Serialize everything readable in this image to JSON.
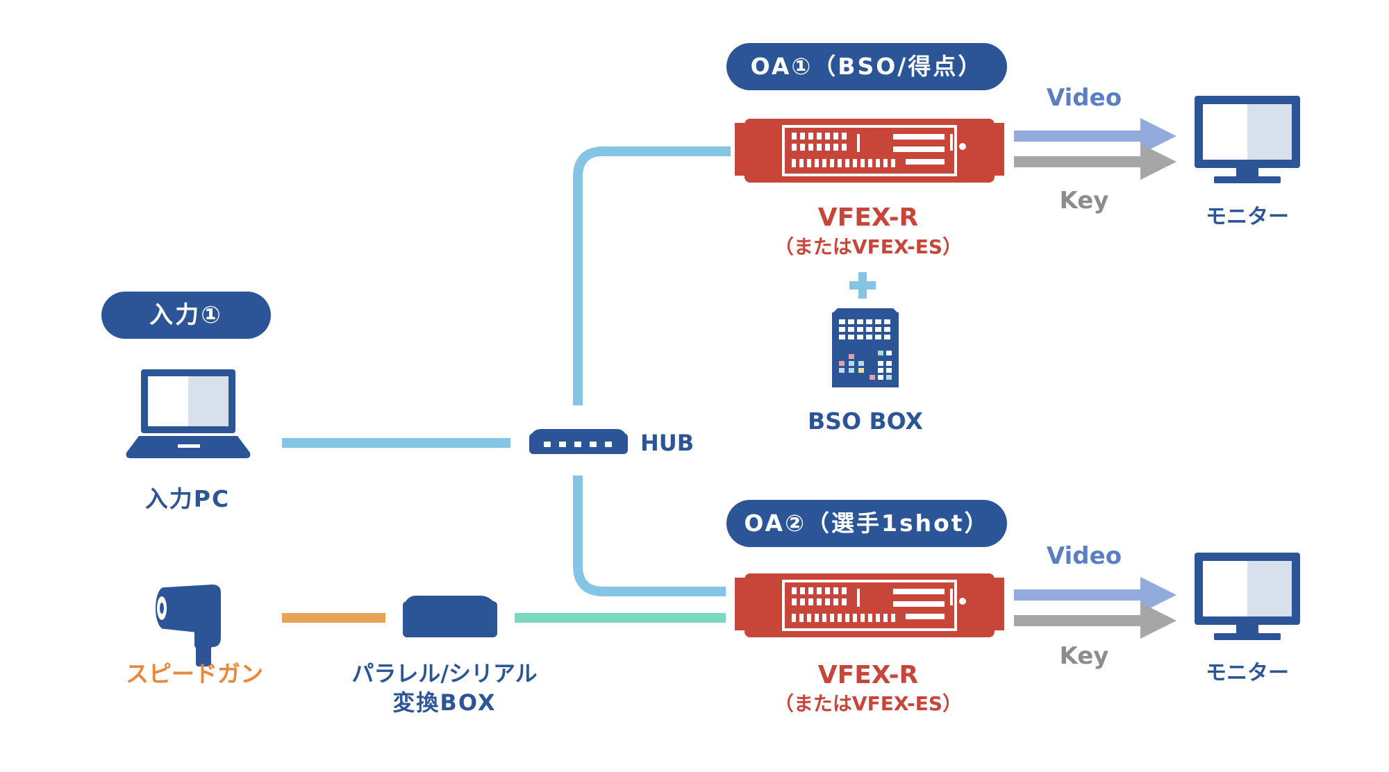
{
  "colors": {
    "navy": "#2b5597",
    "red": "#c8453a",
    "light_blue_line": "#86c4e6",
    "orange_line": "#e8a456",
    "green_line": "#7dd8c1",
    "video_arrow": "#92abdc",
    "key_arrow": "#a6a6a6",
    "monitor_screen_light": "#d8e0ec"
  },
  "input": {
    "badge": "入力①",
    "pc_label": "入力PC"
  },
  "speedgun": {
    "label": "スピードガン"
  },
  "converter": {
    "line1": "パラレル/シリアル",
    "line2": "変換BOX"
  },
  "hub": {
    "label": "HUB"
  },
  "oa1": {
    "badge": "OA①（BSO/得点）",
    "device": "VFEX-R",
    "device_alt": "（またはVFEX-ES）",
    "video": "Video",
    "key": "Key",
    "monitor": "モニター"
  },
  "bso_box": {
    "label": "BSO BOX"
  },
  "oa2": {
    "badge": "OA②（選手1shot）",
    "device": "VFEX-R",
    "device_alt": "（またはVFEX-ES）",
    "video": "Video",
    "key": "Key",
    "monitor": "モニター"
  }
}
